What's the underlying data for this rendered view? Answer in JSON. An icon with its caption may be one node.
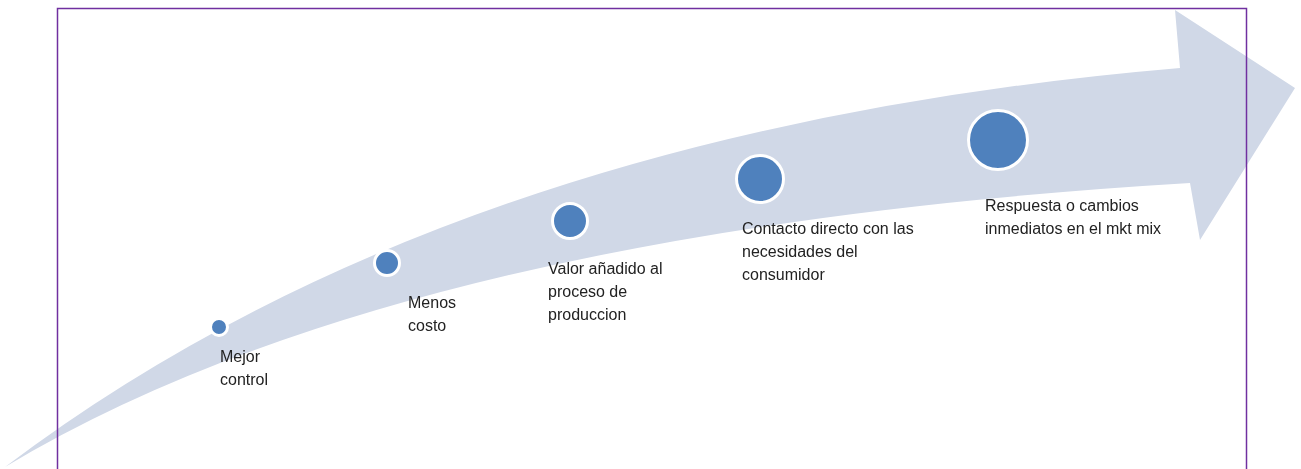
{
  "diagram": {
    "nodes": [
      {
        "text": [],
        "shape": "circle",
        "beside": [
          "Mejor control"
        ]
      },
      {
        "text": [],
        "shape": "circle",
        "beside": [
          "Menos costo"
        ]
      },
      {
        "text": [],
        "shape": "circle",
        "beside": [
          "Valor añadido al proceso de produccion"
        ]
      },
      {
        "text": [],
        "shape": "circle",
        "beside": [
          "Contacto directo con las necesidades del consumidor"
        ]
      },
      {
        "text": [],
        "shape": "circle",
        "beside": [
          "Respuesta o cambios inmediatos en el mkt mix"
        ]
      }
    ]
  }
}
